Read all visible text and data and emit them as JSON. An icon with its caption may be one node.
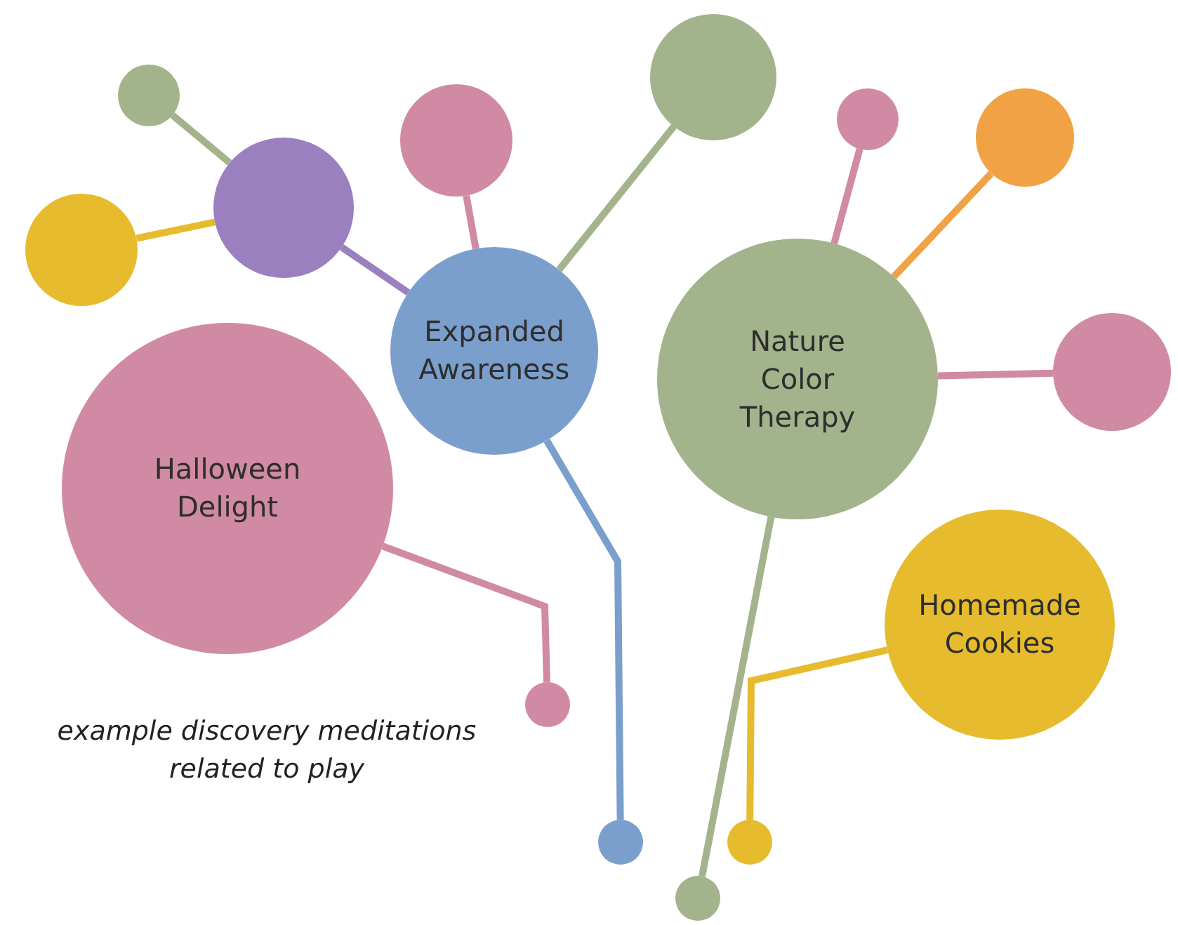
{
  "diagram": {
    "nodes": [
      {
        "text": [],
        "shape": "circle"
      },
      {
        "text": [],
        "shape": "circle"
      },
      {
        "text": [],
        "shape": "circle"
      },
      {
        "text": [],
        "shape": "circle"
      },
      {
        "text": [],
        "shape": "circle"
      },
      {
        "text": [
          "Expanded Awareness"
        ]
      },
      {
        "text": [],
        "shape": "circle"
      },
      {
        "text": [],
        "shape": "circle"
      },
      {
        "text": [
          "Nature Color Therapy"
        ]
      },
      {
        "text": [],
        "shape": "circle"
      },
      {
        "text": [
          "Halloween Delight"
        ]
      },
      {
        "text": [
          "Homemade Cookies"
        ]
      },
      {
        "text": [],
        "shape": "circle"
      },
      {
        "text": [],
        "shape": "circle"
      },
      {
        "text": [],
        "shape": "circle"
      },
      {
        "text": [],
        "shape": "circle"
      }
    ],
    "edges": [
      {
        "from": 0,
        "to": 1,
        "arrow": "none",
        "color": "#a3b38c"
      },
      {
        "from": 2,
        "to": 1,
        "arrow": "none",
        "color": "#e6bb2e"
      },
      {
        "from": 1,
        "to": 5,
        "arrow": "none",
        "color": "#9b80c0"
      },
      {
        "from": 3,
        "to": 5,
        "arrow": "none"
      },
      {
        "from": 4,
        "to": 5,
        "arrow": "none",
        "color": "#a3b38c"
      },
      {
        "from": 6,
        "to": 8,
        "arrow": "none"
      },
      {
        "from": 7,
        "to": 8,
        "arrow": "none",
        "color": "#f0a245"
      },
      {
        "from": 9,
        "to": 8,
        "arrow": "none"
      },
      {
        "from": 10,
        "to": 12,
        "arrow": "none"
      },
      {
        "from": 5,
        "to": 13,
        "arrow": "none",
        "color": "#7b9fcc"
      },
      {
        "from": 8,
        "to": 15,
        "arrow": "none",
        "color": "#a3b38c"
      },
      {
        "from": 11,
        "to": 14,
        "arrow": "none",
        "color": "#e6bb2e"
      }
    ],
    "labels": [
      "example discovery meditations related to play"
    ]
  }
}
